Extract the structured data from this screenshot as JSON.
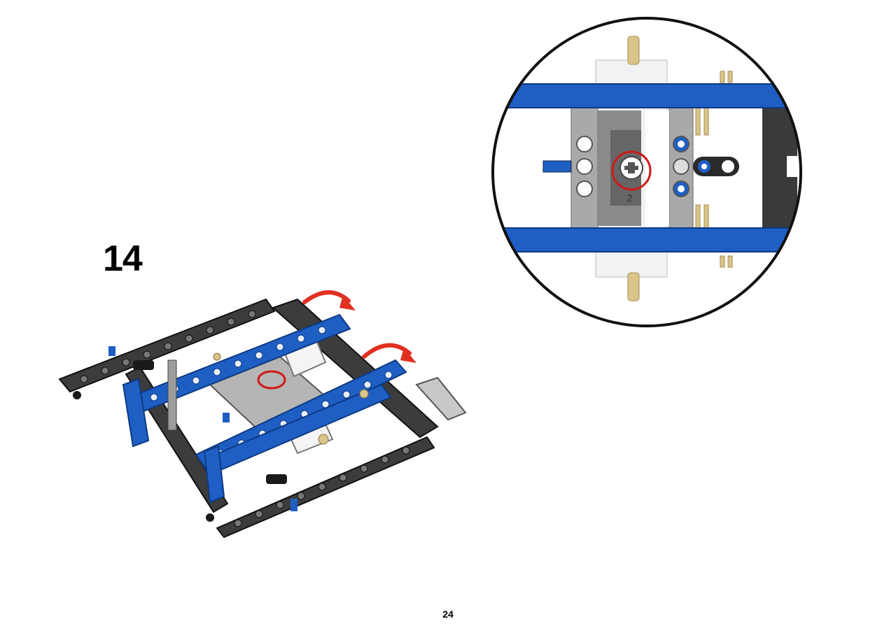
{
  "step": {
    "number": "14"
  },
  "page": {
    "number": "24"
  },
  "callout": {
    "part_label": "2"
  },
  "colors": {
    "beam_blue": "#1f5fc4",
    "beam_dark": "#3c3c3c",
    "light_gray": "#a9a9a9",
    "tan": "#d9c48a",
    "arrow_red": "#e03020",
    "highlight_red": "#d01818"
  }
}
